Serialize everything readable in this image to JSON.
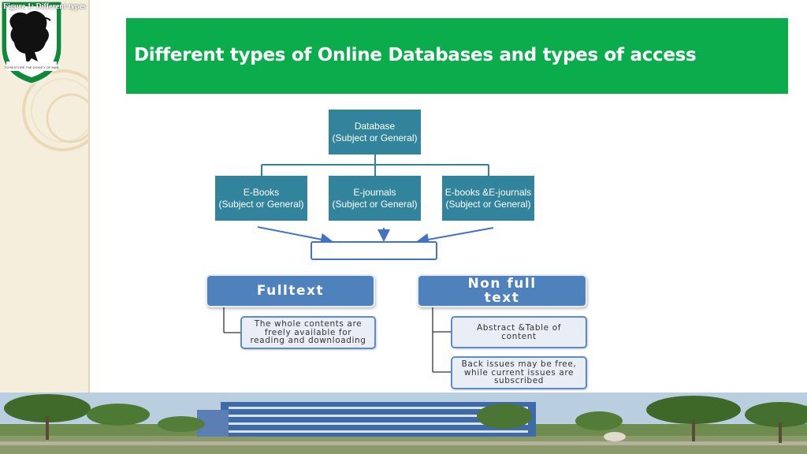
{
  "caption": "Figure 1: Different types",
  "slide": {
    "title": "Different types of Online Databases and types of access"
  },
  "diagram": {
    "root": {
      "line1": "Database",
      "line2": "(Subject or General)"
    },
    "children": [
      {
        "line1": "E-Books",
        "line2": "(Subject or General)"
      },
      {
        "line1": "E-journals",
        "line2": "(Subject or General)"
      },
      {
        "line1": "E-books &E-journals",
        "line2": "(Subject or General)"
      }
    ],
    "access_types": [
      {
        "heading": "Fulltext",
        "details": [
          "The whole contents are freely available for reading and downloading"
        ]
      },
      {
        "heading": "Non full text",
        "details": [
          "Abstract &Table of content",
          "Back issues may be free, while current issues are subscribed"
        ]
      }
    ]
  },
  "colors": {
    "header": "#0aac4c",
    "teal_box": "#31849b",
    "blue_box": "#4f81bd",
    "light_box": "#e9eef6",
    "connector": "#4472c4"
  },
  "icons": {
    "logo": "university-crest-icon"
  }
}
